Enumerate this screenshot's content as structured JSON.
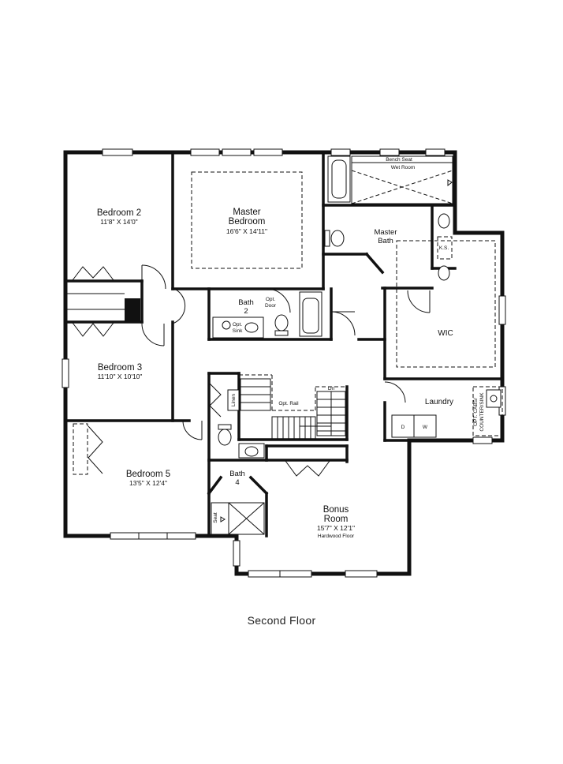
{
  "floor_label": "Second Floor",
  "rooms": {
    "bedroom2": {
      "name": "Bedroom 2",
      "dims": "11'8\" X 14'0\""
    },
    "master_bedroom": {
      "name_line1": "Master",
      "name_line2": "Bedroom",
      "dims": "16'6\" X 14'11\""
    },
    "master_bath": {
      "name_line1": "Master",
      "name_line2": "Bath"
    },
    "bedroom3": {
      "name": "Bedroom 3",
      "dims": "11'10\" X 10'10\""
    },
    "bath2": {
      "name_line1": "Bath",
      "name_line2": "2"
    },
    "wic": {
      "name": "WIC"
    },
    "laundry": {
      "name": "Laundry"
    },
    "bedroom5": {
      "name": "Bedroom 5",
      "dims": "13'5\" X 12'4\""
    },
    "bath4": {
      "name_line1": "Bath",
      "name_line2": "4"
    },
    "bonus_room": {
      "name_line1": "Bonus",
      "name_line2": "Room",
      "dims": "15'7\" X 12'1\"",
      "note": "Hardwood Floor"
    }
  },
  "labels": {
    "bench_seat": "Bench Seat",
    "wet_room": "Wet Room",
    "ks": "K.S.",
    "opt_door_1": "Opt.",
    "opt_door_2": "Door",
    "opt_sink_1": "Opt.",
    "opt_sink_2": "Sink",
    "linen": "Linen",
    "opt_rail": "Opt. Rail",
    "dn": "Dn",
    "dryer": "D",
    "washer": "W",
    "opt_cabs_1": "OPT. CABS/",
    "opt_cabs_2": "COUNTER/SINK",
    "seat": "Seat"
  }
}
